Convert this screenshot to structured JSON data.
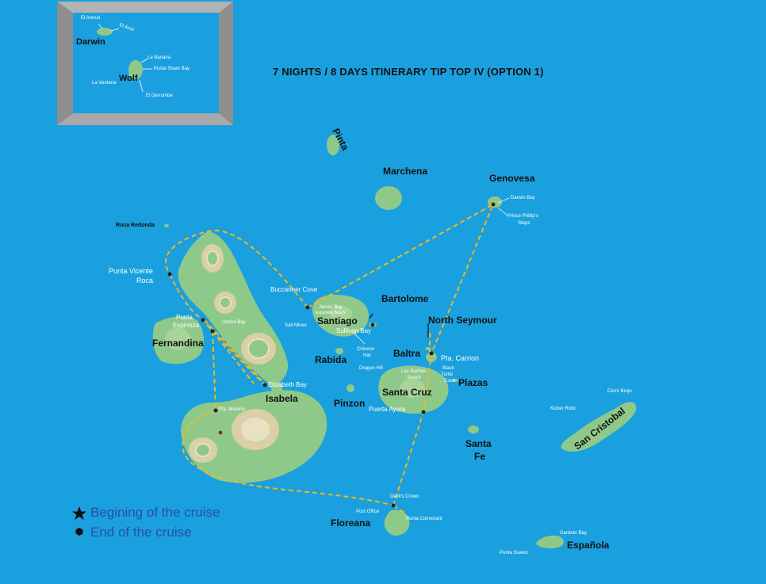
{
  "map": {
    "title": "7 NIGHTS / 8 DAYS ITINERARY TIP TOP IV (OPTION 1)",
    "colors": {
      "sea": "#1aa0de",
      "land": "#8fc98a",
      "highland": "#d9d0a7",
      "route": "#f1b820",
      "text": "#111111"
    }
  },
  "inset": {
    "islands": {
      "darwin": "Darwin",
      "wolf": "Wolf"
    },
    "sites": {
      "el_arenal": "El Arenal",
      "el_arco": "El Arco",
      "la_banana": "La Banana",
      "punta_shark_bay": "Punta Shark Bay",
      "la_ventana": "La Ventana",
      "el_derrumbe": "El Derrumbe"
    }
  },
  "islands": {
    "pinta": "Pinta",
    "marchena": "Marchena",
    "genovesa": "Genovesa",
    "roca_redonda": "Roca Redonda",
    "santiago": "Santiago",
    "bartolome": "Bartolome",
    "north_seymour": "North Seymour",
    "baltra": "Baltra",
    "fernandina": "Fernandina",
    "rabida": "Rabida",
    "isabela": "Isabela",
    "pinzon": "Pinzon",
    "santa_cruz": "Santa Cruz",
    "plazas": "Plazas",
    "santa_fe_1": "Santa",
    "santa_fe_2": "Fe",
    "san_cristobal": "San Cristobal",
    "floreana": "Floreana",
    "espanola": "Española"
  },
  "sites": {
    "darwin_bay": "Darwin Bay",
    "prince_philips_1": "Prince Phillip's",
    "prince_philips_2": "Steps",
    "punta_vicente_1": "Punta Vicente",
    "punta_vicente_2": "Roca",
    "buccaneer_cove": "Buccaneer Cove",
    "james_bay": "James Bay",
    "espumilla": "Espumilla Beach",
    "salt_mines": "Salt Mines",
    "sullivan_bay": "Sullivan Bay",
    "punta_espinoza_1": "Punta",
    "punta_espinoza_2": "Espinoza",
    "urbina_bay": "Urbina Bay",
    "chinese_hat_1": "Chinese",
    "chinese_hat_2": "Hat",
    "pta_carrion": "Pta. Carrion",
    "dragon_hill": "Dragon Hill",
    "las_bachas_1": "Las Bachas",
    "las_bachas_2": "Beach",
    "black_turtle_1": "Black",
    "black_turtle_2": "Turtle",
    "black_turtle_3": "Cove",
    "elizabeth_bay": "Elizabeth Bay",
    "pta_moreno": "Pta. Moreno",
    "puerto_ayora": "Puerta Ayora",
    "cerro_brujo": "Cerro Brujo",
    "kicker_rock": "Kicker Rock",
    "devils_crown": "Devil's Crown",
    "post_office": "Post Office",
    "punta_cormorant": "Punta Cormorant",
    "gardner_bay": "Gardner Bay",
    "punta_suarez": "Punta Suarez"
  },
  "legend": {
    "start_icon": "star-icon",
    "start_label": "Begining of the cruise",
    "end_icon": "hexagon-icon",
    "end_label": "End of the cruise"
  }
}
